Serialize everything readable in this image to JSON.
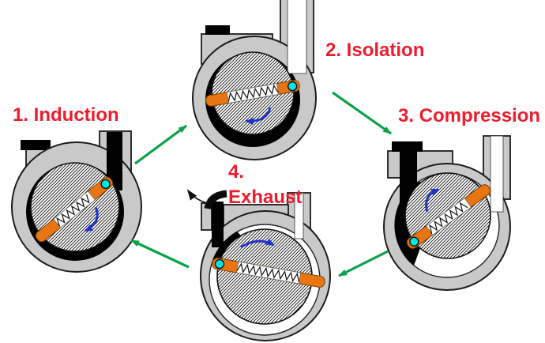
{
  "diagram": {
    "stages": [
      {
        "id": "1",
        "label": "1. Induction",
        "rotation_arrow": "clockwise"
      },
      {
        "id": "2",
        "label": "2. Isolation",
        "rotation_arrow": "clockwise"
      },
      {
        "id": "3",
        "label": "3. Compression",
        "rotation_arrow": "clockwise"
      },
      {
        "id": "4",
        "label_line1": "4.",
        "label_line2": "Exhaust",
        "rotation_arrow": "clockwise",
        "exhaust_arrow": "out-top-left"
      }
    ],
    "flow_arrows": [
      {
        "name": "flow-arrow-induction-to-isolation"
      },
      {
        "name": "flow-arrow-isolation-to-compression"
      },
      {
        "name": "flow-arrow-compression-to-exhaust"
      },
      {
        "name": "flow-arrow-exhaust-to-induction"
      }
    ]
  },
  "colors": {
    "label_red": "#ed1c2e",
    "flow_arrow_green": "#0aa14a",
    "vane_orange": "#e87511",
    "vane_tip_cyan": "#00e5e5",
    "rotation_arrow_blue": "#2233cc",
    "casing_gray": "#c9c9c9",
    "gas_black": "#000000",
    "background": "#ffffff"
  }
}
